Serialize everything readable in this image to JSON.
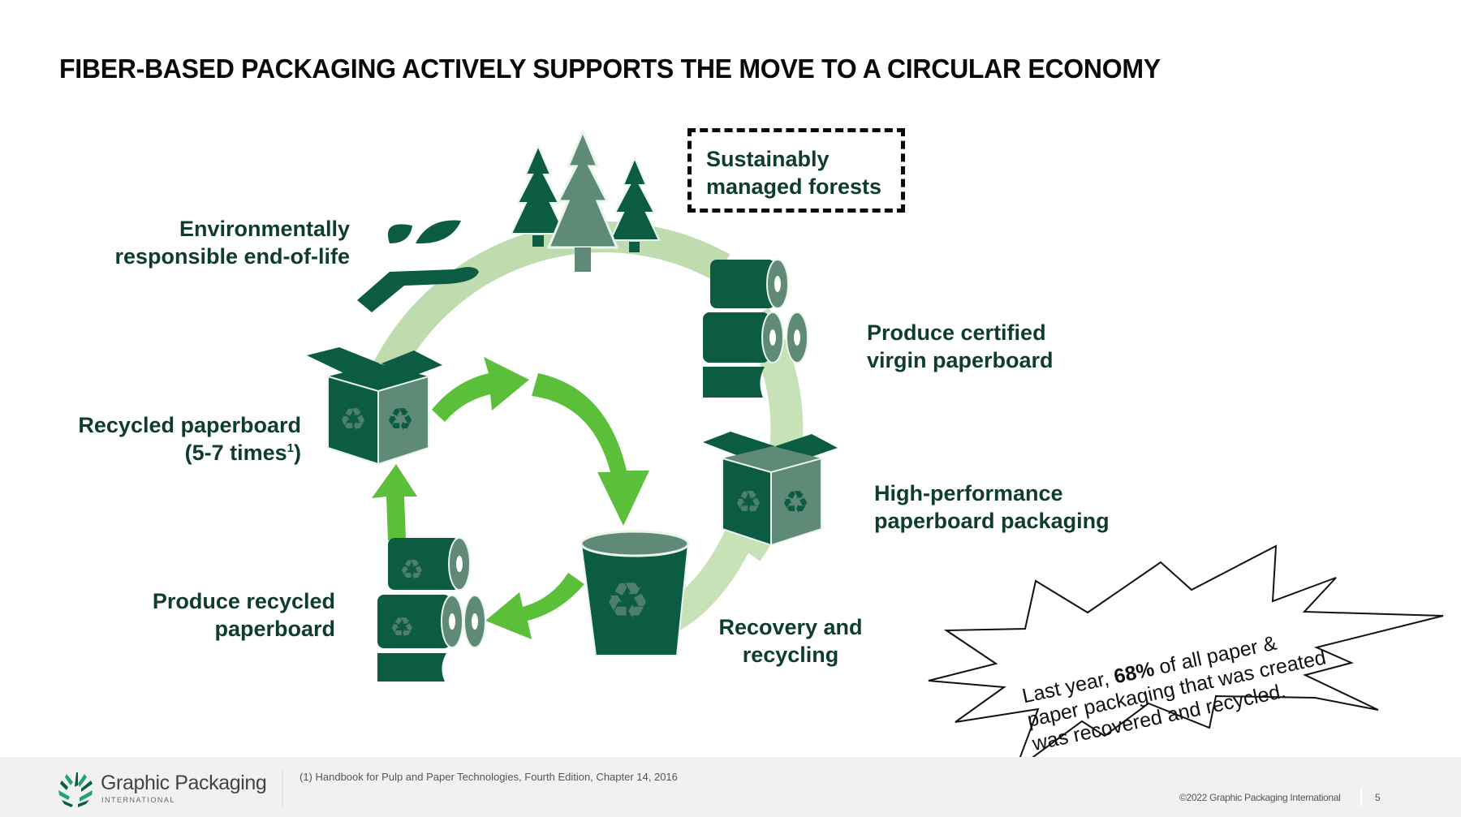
{
  "slide": {
    "title": "FIBER-BASED PACKAGING ACTIVELY SUPPORTS THE MOVE TO A CIRCULAR ECONOMY",
    "page_number": "5"
  },
  "diagram": {
    "colors": {
      "dark_green": "#0b5c43",
      "gray_green": "#5f8a78",
      "light_green": "#bfdcae",
      "bright_green": "#5cbf3a",
      "text_green": "#0f3d2c"
    },
    "stages": [
      {
        "id": "forests",
        "icon": "trees-icon",
        "label_line1": "Sustainably",
        "label_line2": "managed forests",
        "highlighted": true
      },
      {
        "id": "virgin",
        "icon": "paper-rolls-icon",
        "label_line1": "Produce certified",
        "label_line2": "virgin paperboard"
      },
      {
        "id": "packaging",
        "icon": "recycle-box-icon",
        "label_line1": "High-performance",
        "label_line2": "paperboard packaging"
      },
      {
        "id": "recovery",
        "icon": "recycle-bin-icon",
        "label_line1": "Recovery and",
        "label_line2": "recycling"
      },
      {
        "id": "recycled-produce",
        "icon": "recycled-rolls-icon",
        "label_line1": "Produce recycled",
        "label_line2": "paperboard"
      },
      {
        "id": "recycled-board",
        "icon": "recycle-box-icon",
        "label_line1": "Recycled paperboard",
        "label_line2": "(5-7 times",
        "label_sup": "1",
        "label_tail": ")"
      },
      {
        "id": "end-of-life",
        "icon": "hand-leaf-icon",
        "label_line1": "Environmentally",
        "label_line2": "responsible end-of-life"
      }
    ]
  },
  "callout": {
    "text_before": "Last year, ",
    "highlight": "68%",
    "text_after_line1": " of all paper &",
    "line2": "paper packaging that was created",
    "line3": "was recovered and recycled."
  },
  "footer": {
    "logo_name": "Graphic Packaging",
    "logo_sub": "INTERNATIONAL",
    "footnote": "(1) Handbook for Pulp and Paper Technologies, Fourth Edition, Chapter 14, 2016",
    "copyright": "©2022 Graphic Packaging International"
  }
}
